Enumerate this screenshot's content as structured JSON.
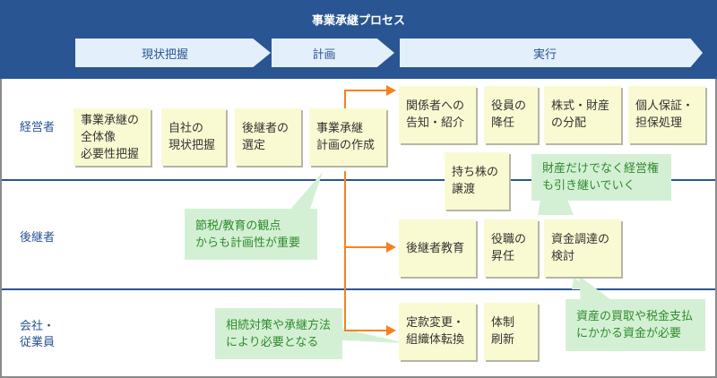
{
  "header": {
    "title": "事業承継プロセス",
    "phases": [
      {
        "label": "現状把握"
      },
      {
        "label": "計画"
      },
      {
        "label": "実行"
      }
    ]
  },
  "lanes": [
    {
      "label": "経営者"
    },
    {
      "label": "後継者"
    },
    {
      "label": "会社・\n従業員"
    }
  ],
  "boxes": {
    "overview": "事業承継の\n全体像\n必要性把握",
    "current_state": "自社の\n現状把握",
    "successor_selection": "後継者の\n選定",
    "plan_creation": "事業承継\n計画の作成",
    "notify_stakeholders": "関係者への\n告知・紹介",
    "executive_resign": "役員の\n降任",
    "asset_distribution": "株式・財産\nの分配",
    "personal_guarantee": "個人保証・\n担保処理",
    "share_transfer": "持ち株の\n譲渡",
    "successor_education": "後継者教育",
    "promotion": "役職の\n昇任",
    "fund_raising": "資金調達の\n検討",
    "articles_change": "定款変更・\n組織体転換",
    "org_renewal": "体制\n刷新"
  },
  "callouts": {
    "management_rights": "財産だけでなく経営権\nも引き継いでいく",
    "planning_important": "節税/教育の観点\nからも計画性が重要",
    "inheritance_measures": "相続対策や承継方法\nにより必要となる",
    "funds_needed": "資産の買取や税金支払\nにかかる資金が必要"
  },
  "colors": {
    "header_bg": "#2a5593",
    "phase_bg": "#e4effc",
    "box_bg": "#fafad2",
    "callout_bg": "#d4f0d4",
    "callout_text": "#2e8b2e",
    "arrow": "#f58220"
  }
}
